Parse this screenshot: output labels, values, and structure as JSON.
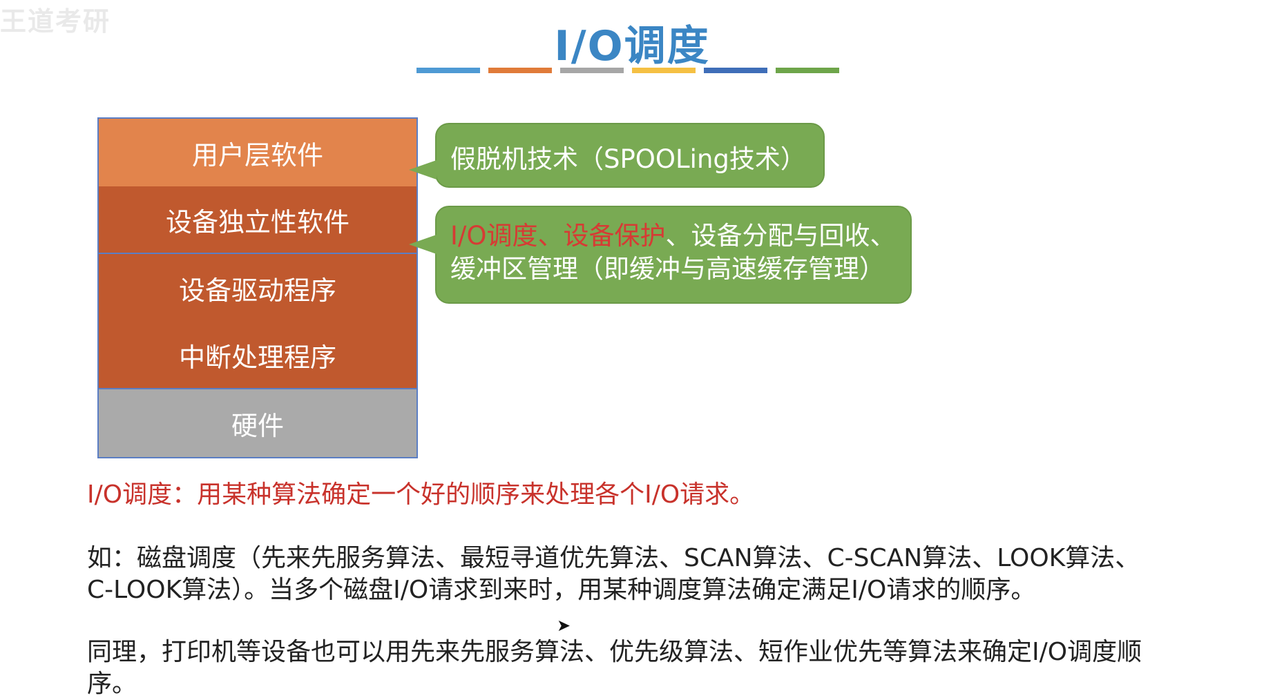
{
  "watermark": "王道考研",
  "title": "I/O调度",
  "title_bar_colors": [
    "#4e9ad4",
    "#e07b39",
    "#a6a6a6",
    "#f5c043",
    "#3f6eb8",
    "#6ea54a"
  ],
  "layers": [
    {
      "label": "用户层软件",
      "color": "#e2844c"
    },
    {
      "label": "设备独立性软件",
      "color": "#c0592e"
    },
    {
      "label": "设备驱动程序",
      "color": "#c0592e"
    },
    {
      "label": "中断处理程序",
      "color": "#c0592e"
    },
    {
      "label": "硬件",
      "color": "#aaaaaa"
    }
  ],
  "callouts": {
    "spooling": "假脱机技术（SPOOLing技术）",
    "indep_red_1": "I/O调度",
    "indep_sep_1": "、",
    "indep_red_2": "设备保护",
    "indep_rest": "、设备分配与回收、缓冲区管理（即缓冲与高速缓存管理）"
  },
  "definition": {
    "label": "I/O调度：",
    "text": "用某种算法确定一个好的顺序来处理各个I/O请求。"
  },
  "example1": "如：磁盘调度（先来先服务算法、最短寻道优先算法、SCAN算法、C-SCAN算法、LOOK算法、C-LOOK算法）。当多个磁盘I/O请求到来时，用某种调度算法确定满足I/O请求的顺序。",
  "example2": "同理，打印机等设备也可以用先来先服务算法、优先级算法、短作业优先等算法来确定I/O调度顺序。",
  "colors": {
    "title": "#3b86c4",
    "callout": "#79aa53",
    "highlight_red": "#d63b34"
  }
}
